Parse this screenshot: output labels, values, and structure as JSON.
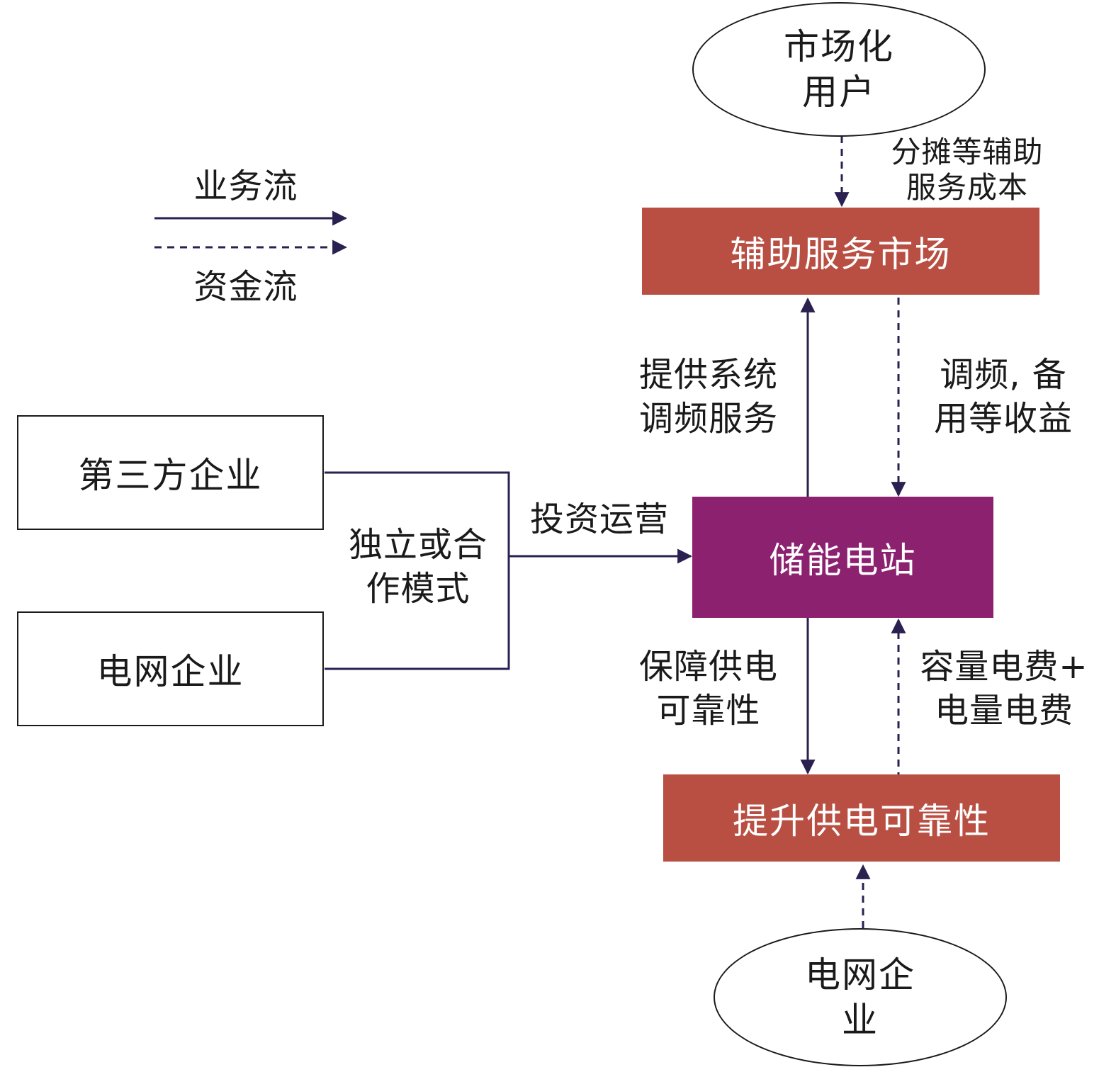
{
  "colors": {
    "red_box": "#B94F43",
    "purple_box": "#8C2170",
    "line": "#2B2150",
    "text": "#1a1a1a"
  },
  "legend": {
    "business_flow": "业务流",
    "capital_flow": "资金流"
  },
  "nodes": {
    "market_users": [
      "市场化",
      "用户"
    ],
    "ancillary_market": "辅助服务市场",
    "storage_station": "储能电站",
    "reliability": "提升供电可靠性",
    "grid_company_ellipse": [
      "电网企",
      "业"
    ],
    "third_party": "第三方企业",
    "grid_company_box": "电网企业"
  },
  "edge_labels": {
    "share_cost": [
      "分摊等辅助",
      "服务成本"
    ],
    "provide_fm": [
      "提供系统",
      "调频服务"
    ],
    "fm_revenue": [
      "调频, 备",
      "用等收益"
    ],
    "invest_operate": "投资运营",
    "mode": [
      "独立或合",
      "作模式"
    ],
    "ensure_supply": [
      "保障供电",
      "可靠性"
    ],
    "capacity_fee": [
      "容量电费+",
      "电量电费"
    ]
  }
}
